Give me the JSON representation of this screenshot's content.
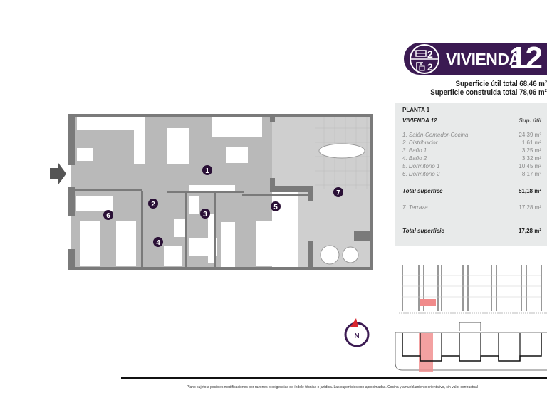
{
  "header": {
    "bedrooms": "2",
    "bathrooms": "2",
    "title_word": "VIVIENDA",
    "title_number": "12",
    "useful_area": "Superficie útil total 68,46 m²",
    "built_area": "Superficie construida total 78,06 m²",
    "icons": [
      "bed-icon",
      "shower-icon"
    ],
    "brand_color": "#3b1a52"
  },
  "table": {
    "floor": "PLANTA 1",
    "unit": "VIVIENDA 12",
    "col_header": "Sup. útil",
    "rooms": [
      {
        "name": "1. Salón-Comedor-Cocina",
        "area": "24,39 m²"
      },
      {
        "name": "2. Distribuidor",
        "area": "1,61 m²"
      },
      {
        "name": "3. Baño 1",
        "area": "3,25 m²"
      },
      {
        "name": "4. Baño 2",
        "area": "3,32 m²"
      },
      {
        "name": "5. Dormitorio 1",
        "area": "10,45 m²"
      },
      {
        "name": "6. Dormitorio 2",
        "area": "8,17 m²"
      }
    ],
    "total1_label": "Total superfice",
    "total1_value": "51,18 m²",
    "terrace": {
      "name": "7. Terraza",
      "area": "17,28 m²"
    },
    "total2_label": "Total superficie",
    "total2_value": "17,28 m²"
  },
  "plan": {
    "labels": [
      "1",
      "2",
      "3",
      "4",
      "5",
      "6",
      "7"
    ],
    "highlight_color": "#f08a8a"
  },
  "compass": {
    "letter": "N"
  },
  "footer": {
    "disclaimer": "Plano sujeto a posibles modificaciones por razones o exigencias de índole técnica o jurídica. Las superficies son aproximadas. Cocina y amueblamiento orientativo, sin valor contractual"
  }
}
